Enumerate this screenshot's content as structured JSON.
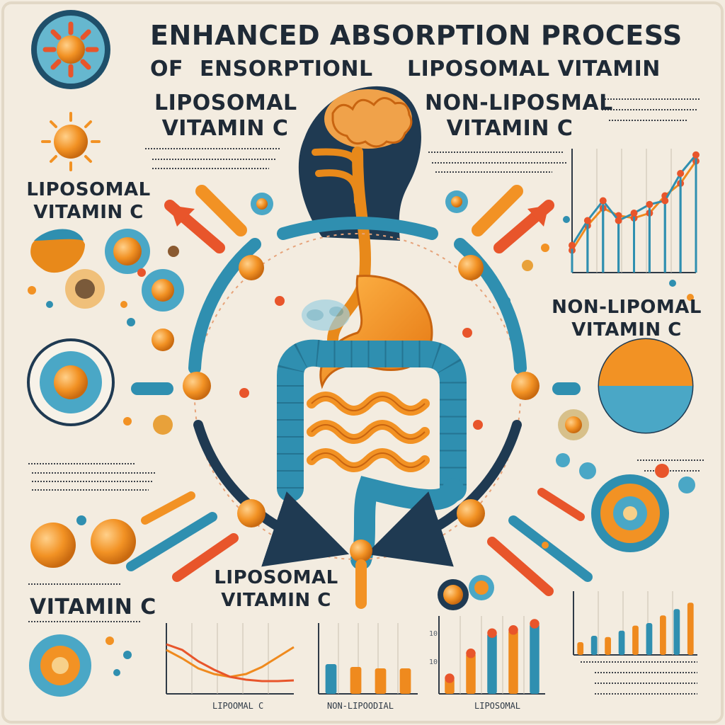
{
  "title": {
    "line1": "ENHANCED ABSORPTION PROCESS",
    "line2_prefix": "OF",
    "line2_middle": "ENSORPTIONL",
    "line2_suffix": "LIPOSOMAL VITAMIN"
  },
  "labels": {
    "top_left": [
      "LIPOSOMAL",
      "VITAMIN C"
    ],
    "top_right": [
      "NON-LIPOSMAL",
      "VITAMIN C"
    ],
    "left_side": [
      "LIPOSOMAL",
      "VITAMIN C"
    ],
    "right_side": [
      "NON-LIPOMAL",
      "VITAMIN C"
    ],
    "bottom_center": [
      "LIPOSOMAL",
      "VITAMIN C"
    ],
    "bottom_left": "VITAMIN C"
  },
  "chart_data": [
    {
      "type": "line",
      "xlabel": "LIPOOMAL C",
      "series": [
        {
          "values": [
            0.62,
            0.5,
            0.36,
            0.28,
            0.24,
            0.28,
            0.38,
            0.52,
            0.66
          ]
        },
        {
          "values": [
            0.7,
            0.62,
            0.46,
            0.34,
            0.24,
            0.2,
            0.18,
            0.18,
            0.19
          ]
        }
      ]
    },
    {
      "type": "bar",
      "xlabel": "NON-LIPOODIAL",
      "values": [
        0.42,
        0.38,
        0.36,
        0.36
      ]
    },
    {
      "type": "bar",
      "xlabel": "LIPOSOMAL",
      "y_ticks": [
        "10",
        "10"
      ],
      "values": [
        0.2,
        0.52,
        0.78,
        0.82,
        0.9
      ]
    },
    {
      "type": "line",
      "series": [
        {
          "values": [
            0.18,
            0.38,
            0.52,
            0.46,
            0.44,
            0.48,
            0.62,
            0.72,
            0.9
          ]
        },
        {
          "values": [
            0.22,
            0.42,
            0.58,
            0.42,
            0.48,
            0.55,
            0.58,
            0.8,
            0.95
          ]
        }
      ]
    },
    {
      "type": "bar",
      "values": [
        0.2,
        0.3,
        0.28,
        0.38,
        0.46,
        0.5,
        0.62,
        0.72,
        0.82
      ]
    }
  ],
  "colors": {
    "background": "#f3ece0",
    "orange": "#ef8a1e",
    "teal": "#2f8fb0",
    "navy": "#1f3a52",
    "red_orange": "#e8552b",
    "text": "#1f2a36"
  },
  "icons": [
    "sun-icon",
    "brain-icon",
    "stomach-icon",
    "intestine-icon",
    "liposome-icon",
    "pill-icon"
  ]
}
